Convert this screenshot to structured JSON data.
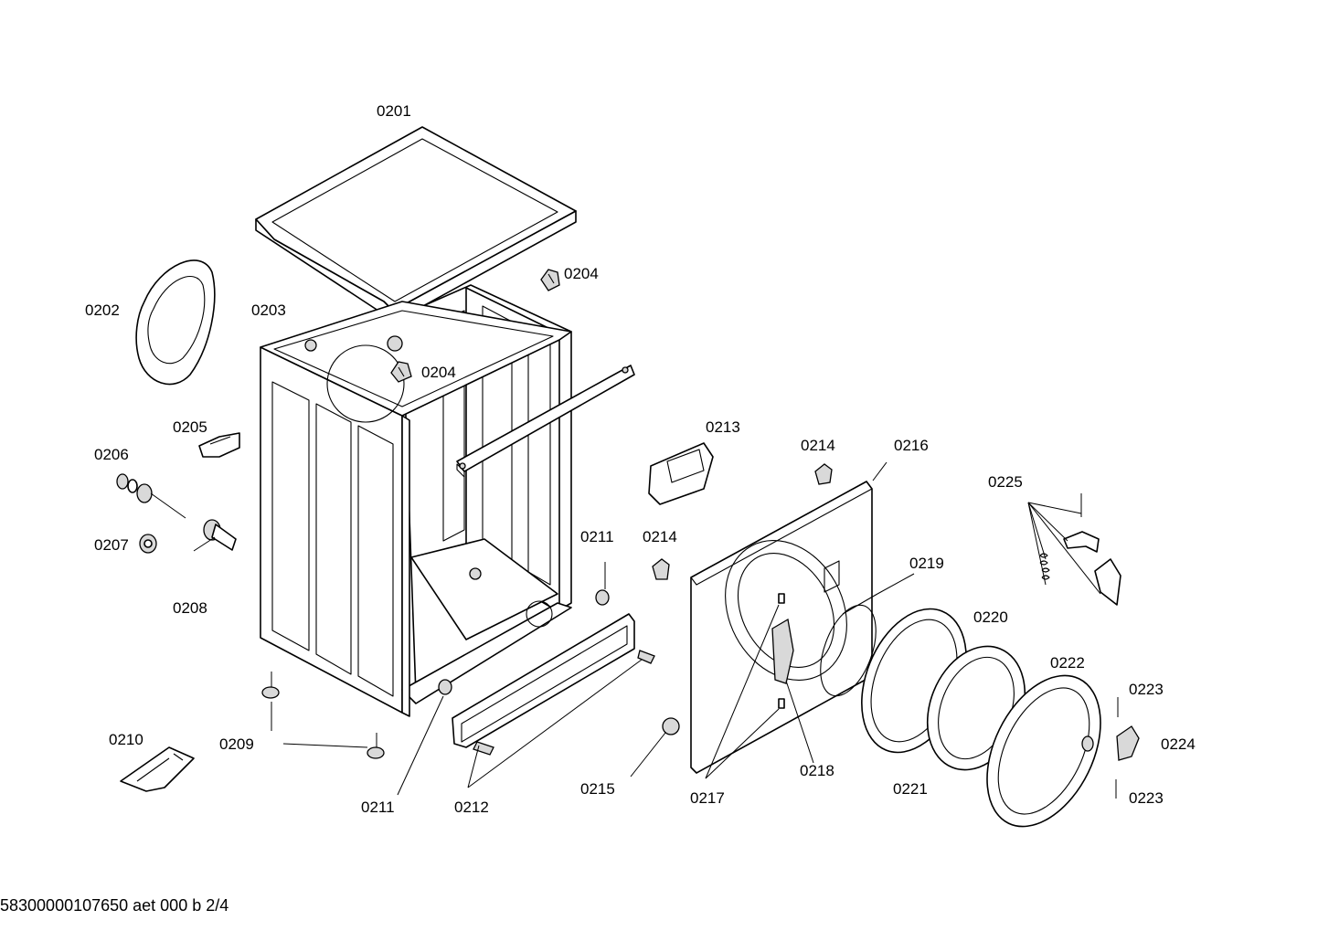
{
  "callouts": [
    {
      "id": "0201",
      "label": "0201"
    },
    {
      "id": "0202",
      "label": "0202"
    },
    {
      "id": "0203",
      "label": "0203"
    },
    {
      "id": "0204a",
      "label": "0204"
    },
    {
      "id": "0204b",
      "label": "0204"
    },
    {
      "id": "0205",
      "label": "0205"
    },
    {
      "id": "0206",
      "label": "0206"
    },
    {
      "id": "0207",
      "label": "0207"
    },
    {
      "id": "0208",
      "label": "0208"
    },
    {
      "id": "0209",
      "label": "0209"
    },
    {
      "id": "0210",
      "label": "0210"
    },
    {
      "id": "0211a",
      "label": "0211"
    },
    {
      "id": "0211b",
      "label": "0211"
    },
    {
      "id": "0212",
      "label": "0212"
    },
    {
      "id": "0213",
      "label": "0213"
    },
    {
      "id": "0214a",
      "label": "0214"
    },
    {
      "id": "0214b",
      "label": "0214"
    },
    {
      "id": "0215",
      "label": "0215"
    },
    {
      "id": "0216",
      "label": "0216"
    },
    {
      "id": "0217",
      "label": "0217"
    },
    {
      "id": "0218",
      "label": "0218"
    },
    {
      "id": "0219",
      "label": "0219"
    },
    {
      "id": "0220",
      "label": "0220"
    },
    {
      "id": "0221",
      "label": "0221"
    },
    {
      "id": "0222",
      "label": "0222"
    },
    {
      "id": "0223a",
      "label": "0223"
    },
    {
      "id": "0223b",
      "label": "0223"
    },
    {
      "id": "0224",
      "label": "0224"
    },
    {
      "id": "0225",
      "label": "0225"
    }
  ],
  "footer": {
    "code": "58300000107650 aet 000 b 2/4"
  }
}
